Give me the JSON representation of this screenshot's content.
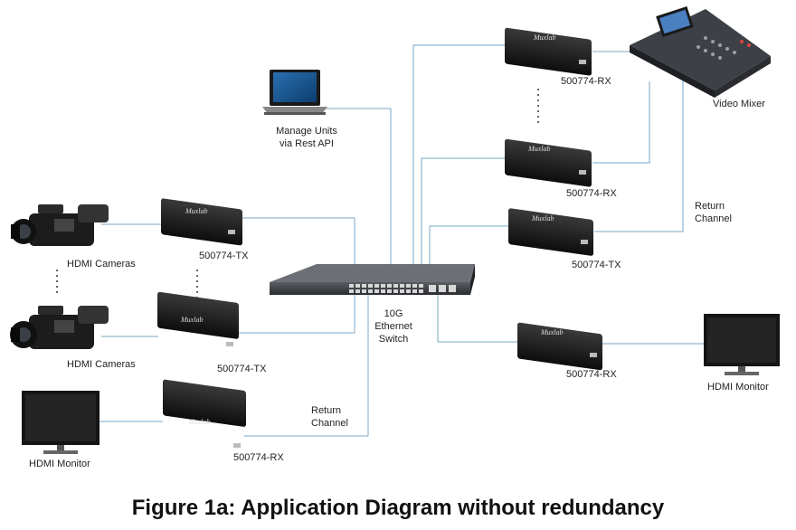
{
  "caption": "Figure 1a: Application Diagram without redundancy",
  "rest_api": {
    "line1": "Manage Units",
    "line2": "via Rest API"
  },
  "switch": {
    "line1": "10G",
    "line2": "Ethernet",
    "line3": "Switch"
  },
  "device_brand": "Muxlab",
  "labels": {
    "cameras_top": "HDMI Cameras",
    "cameras_bottom": "HDMI Cameras",
    "monitor_left": "HDMI Monitor",
    "monitor_right": "HDMI Monitor",
    "video_mixer": "Video Mixer",
    "return_left": {
      "line1": "Return",
      "line2": "Channel"
    },
    "return_right": {
      "line1": "Return",
      "line2": "Channel"
    }
  },
  "devices": {
    "tx_left_top": "500774-TX",
    "tx_left_bottom": "500774-TX",
    "rx_left_bottom": "500774-RX",
    "rx_right_top": "500774-RX",
    "rx_right_mid": "500774-RX",
    "tx_right": "500774-TX",
    "rx_right_bottom": "500774-RX"
  }
}
